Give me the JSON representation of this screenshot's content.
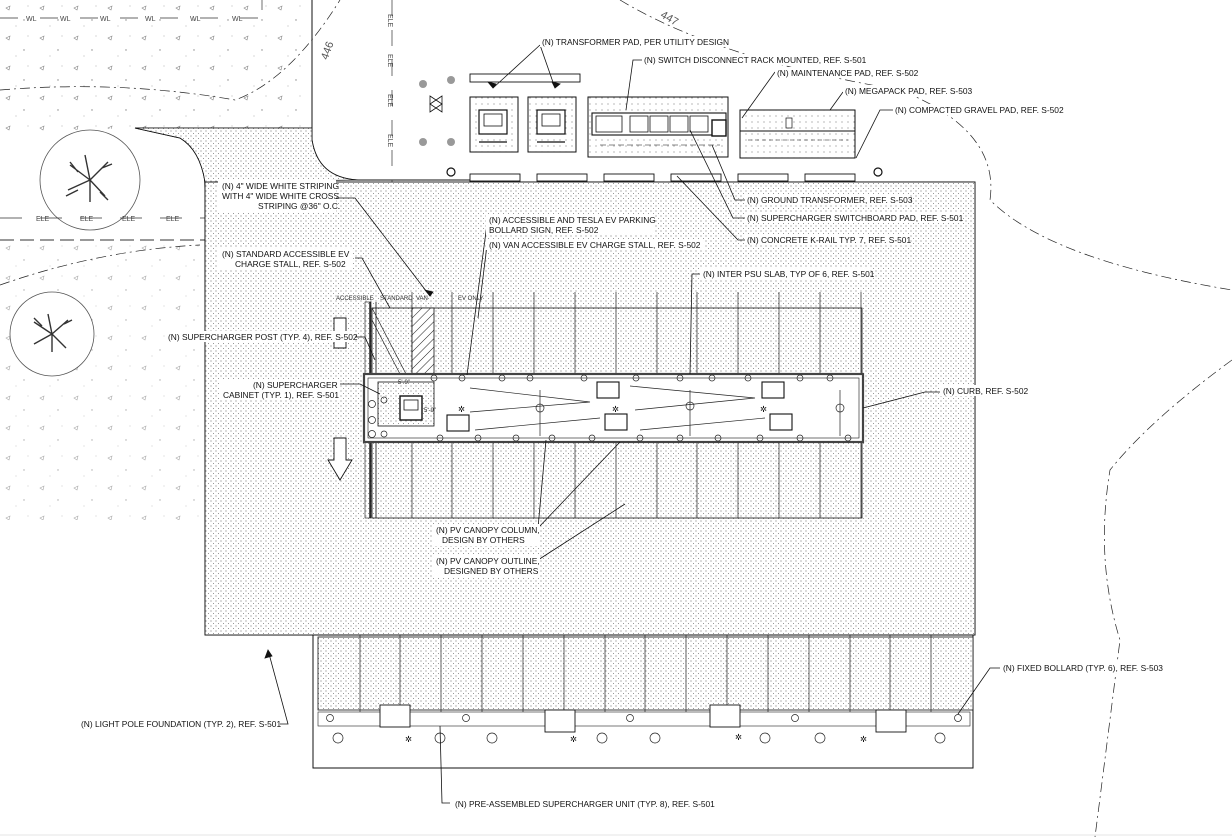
{
  "sheet": {
    "callouts": {
      "transformer_pad": "(N) TRANSFORMER PAD, PER UTILITY DESIGN",
      "switch_disconnect": "(N) SWITCH DISCONNECT RACK MOUNTED, REF. S-501",
      "maintenance_pad": "(N) MAINTENANCE PAD, REF. S-502",
      "megapack_pad": "(N) MEGAPACK PAD, REF. S-503",
      "gravel_pad": "(N) COMPACTED GRAVEL PAD, REF. S-502",
      "ground_transformer": "(N) GROUND TRANSFORMER, REF. S-503",
      "switchboard_pad": "(N) SUPERCHARGER SWITCHBOARD PAD, REF. S-501",
      "k_rail": "(N) CONCRETE K-RAIL TYP. 7, REF. S-501",
      "white_striping_1": "(N) 4\" WIDE WHITE STRIPING",
      "white_striping_2": "WITH 4\" WIDE WHITE CROSS",
      "white_striping_3": "STRIPING @36\" O.C.",
      "accessible_sign_1": "(N) ACCESSIBLE AND TESLA EV PARKING",
      "accessible_sign_2": "BOLLARD SIGN, REF. S-502",
      "van_stall": "(N) VAN ACCESSIBLE EV CHARGE STALL, REF. S-502",
      "standard_stall_1": "(N) STANDARD ACCESSIBLE EV",
      "standard_stall_2": "CHARGE STALL, REF. S-502",
      "psu_slab": "(N) INTER PSU SLAB, TYP OF 6, REF. S-501",
      "supercharger_post": "(N) SUPERCHARGER POST (TYP. 4), REF. S-502",
      "cabinet_1": "(N) SUPERCHARGER",
      "cabinet_2": "CABINET (TYP. 1), REF. S-501",
      "curb": "(N) CURB, REF. S-502",
      "canopy_column_1": "(N) PV CANOPY COLUMN,",
      "canopy_column_2": "DESIGN BY OTHERS",
      "canopy_outline_1": "(N) PV CANOPY OUTLINE,",
      "canopy_outline_2": "DESIGNED BY OTHERS",
      "fixed_bollard": "(N) FIXED BOLLARD (TYP. 6), REF. S-503",
      "light_pole": "(N) LIGHT POLE FOUNDATION (TYP. 2), REF. S-501",
      "pre_assembled": "(N) PRE-ASSEMBLED SUPERCHARGER UNIT (TYP. 8), REF. S-501"
    },
    "dimensions": {
      "clear_width": "5'-9\"",
      "clear_small": "5'-9\""
    },
    "utilities": {
      "water": "WL",
      "electric": "ELE"
    },
    "contours": {
      "left": "446",
      "right": "447"
    }
  }
}
